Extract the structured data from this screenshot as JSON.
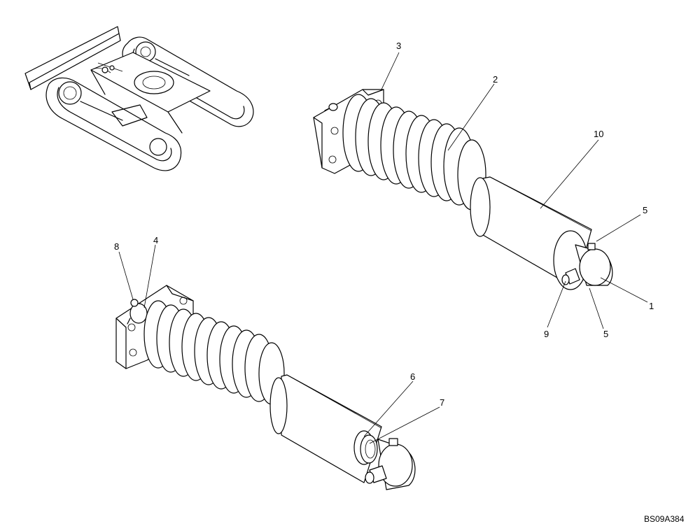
{
  "drawing_code": "BS09A384",
  "callouts": {
    "c1": "1",
    "c2": "2",
    "c3": "3",
    "c4": "4",
    "c5a": "5",
    "c5b": "5",
    "c6": "6",
    "c7": "7",
    "c8": "8",
    "c9": "9",
    "c10": "10"
  }
}
